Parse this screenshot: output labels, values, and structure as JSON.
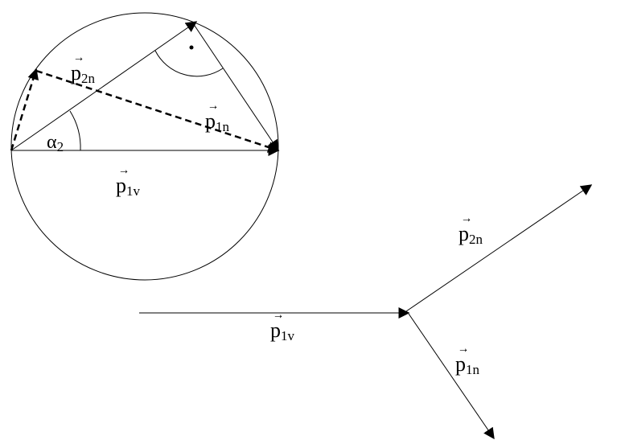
{
  "circle_diagram": {
    "labels": {
      "p2n": {
        "base": "p",
        "sub": "2n"
      },
      "p1n": {
        "base": "p",
        "sub": "1n"
      },
      "p1v": {
        "base": "p",
        "sub": "1v"
      },
      "alpha": {
        "base": "α",
        "sub": "2"
      }
    },
    "right_angle_marker": "dot"
  },
  "collision_diagram": {
    "labels": {
      "p2n": {
        "base": "p",
        "sub": "2n"
      },
      "p1v": {
        "base": "p",
        "sub": "1v"
      },
      "p1n": {
        "base": "p",
        "sub": "1n"
      }
    }
  }
}
